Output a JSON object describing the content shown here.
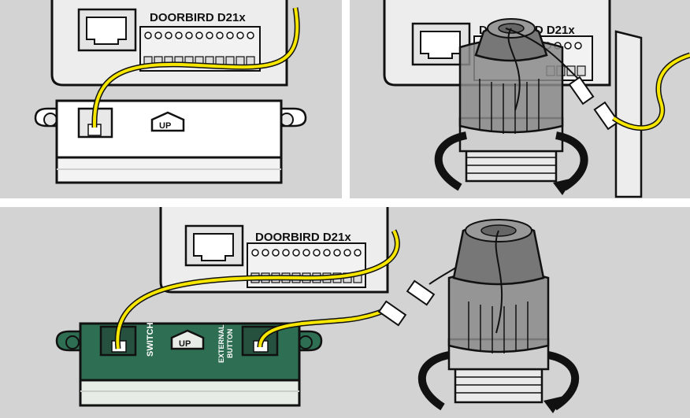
{
  "device": {
    "model_label": "DOORBIRD D21x"
  },
  "module": {
    "up_badge": "UP",
    "switch_label": "SWITCH",
    "external_button_label_line1": "EXTERNAL",
    "external_button_label_line2": "BUTTON"
  },
  "colors": {
    "panel_bg": "#d3d3d3",
    "wire_yellow": "#f7e600",
    "module_green": "#2e6e52",
    "module_white": "#ffffff",
    "gland_grey": "#8a8a8a"
  }
}
